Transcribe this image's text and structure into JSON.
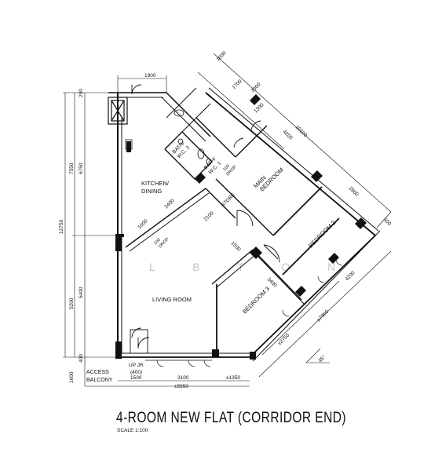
{
  "title": "4-ROOM NEW FLAT (CORRIDOR END)",
  "scale": "SCALE 1:100",
  "watermark": "L B T O N",
  "rooms": {
    "kitchen": [
      "KITCHEN/",
      "DINING"
    ],
    "living": "LIVING ROOM",
    "master": [
      "MAIN",
      "BEDROOM"
    ],
    "bedroom2": "BEDROOM 2",
    "bedroom3": "BEDROOM 3",
    "store": "STORE",
    "bath1": [
      "BATH/",
      "W.C. 1"
    ],
    "bath2": [
      "BATH/",
      "W.C. 2"
    ],
    "access": [
      "ACCESS",
      "BALCONY"
    ],
    "upjr": [
      "UP JR",
      "(400)"
    ],
    "drop1": [
      "100",
      "DROP"
    ],
    "drop2": [
      "100",
      "DROP"
    ]
  },
  "dimensions": {
    "top_1900": "1900",
    "left_200": "200",
    "left_6750": "6750",
    "left_7550": "7550",
    "left_12750": "12750",
    "left_5400": "5400",
    "left_5200": "5200",
    "left_400": "400",
    "left_1600": "1600",
    "bottom_1500": "1500",
    "bottom_3100": "3100",
    "bottom_1350": "±1350",
    "bottom_5950": "±5950",
    "d_1000_top": "1000",
    "d_1700": "1700",
    "d_3000": "3000",
    "d_1300": "1300",
    "d_10100": "10100",
    "d_4200a": "4200",
    "d_2900": "2900",
    "d_500": "500",
    "d_4200b": "4200",
    "d_7950": "±7950",
    "d_3750": "±3750",
    "d_3400": "3400",
    "i_2400": "2400",
    "i_2100": "2100",
    "i_1500": "1500",
    "i_1000": "1000",
    "angle": "45°"
  }
}
